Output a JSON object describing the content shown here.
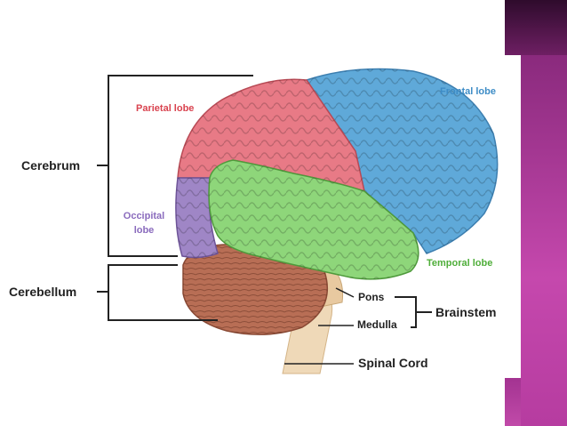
{
  "slide": {
    "accent_color": "#b5399e",
    "accent_dark": "#3c0f3a"
  },
  "diagram": {
    "lobes": {
      "frontal": "Frontal lobe",
      "parietal": "Parietal lobe",
      "occipital": "Occipital lobe",
      "temporal": "Temporal lobe"
    },
    "regions": {
      "cerebrum": "Cerebrum",
      "cerebellum": "Cerebellum",
      "brainstem": "Brainstem",
      "pons": "Pons",
      "medulla": "Medulla",
      "spinal_cord": "Spinal Cord"
    },
    "colors": {
      "frontal": "#5fa9d9",
      "parietal": "#e87a86",
      "occipital": "#9f86c6",
      "temporal": "#8ed67a",
      "cerebellum": "#b86e55",
      "brainstem": "#e8c9a0",
      "frontal_text": "#3d8cc6",
      "parietal_text": "#d9434f",
      "occipital_text": "#8a6bbd",
      "temporal_text": "#4fae3a"
    }
  }
}
